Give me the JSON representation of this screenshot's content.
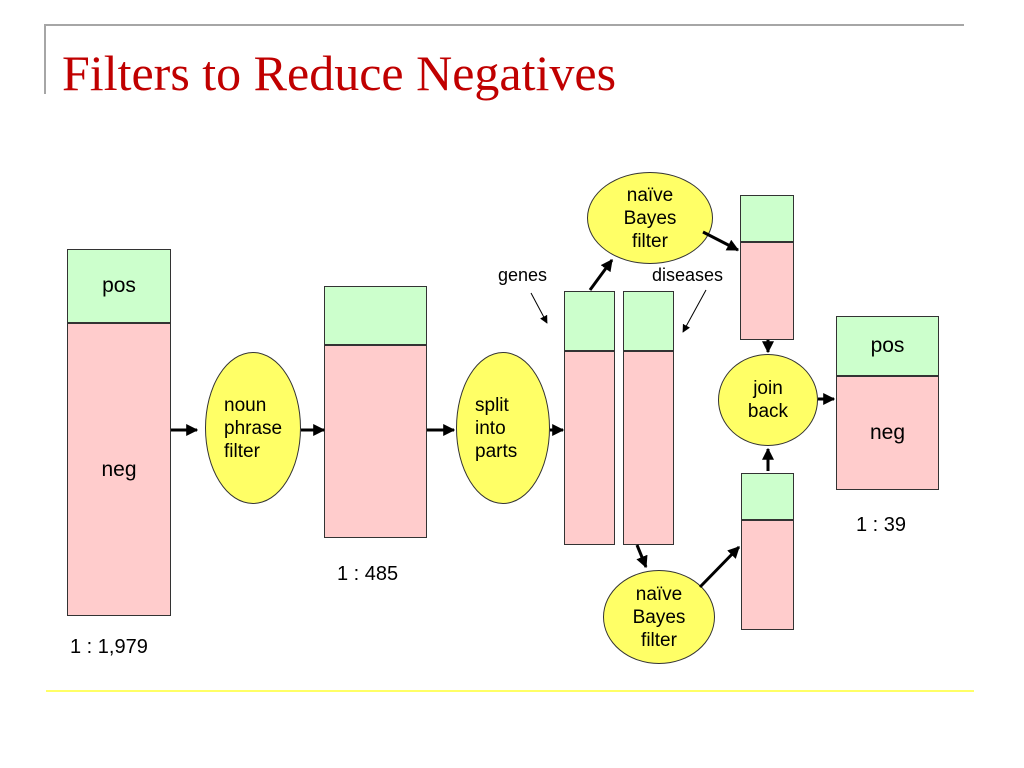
{
  "title": "Filters to Reduce Negatives",
  "stage1": {
    "pos_label": "pos",
    "neg_label": "neg",
    "ratio": "1 : 1,979"
  },
  "filter_noun": [
    "noun",
    "phrase",
    "filter"
  ],
  "stage2": {
    "ratio": "1 : 485"
  },
  "filter_split": [
    "split",
    "into",
    "parts"
  ],
  "labels": {
    "genes": "genes",
    "diseases": "diseases"
  },
  "filter_bayes_top": [
    "naïve",
    "Bayes",
    "filter"
  ],
  "filter_bayes_bottom": [
    "naïve",
    "Bayes",
    "filter"
  ],
  "join": [
    "join",
    "back"
  ],
  "final": {
    "pos_label": "pos",
    "neg_label": "neg",
    "ratio": "1 : 39"
  },
  "colors": {
    "pos": "#ccffcc",
    "neg": "#ffcccc",
    "filter": "#ffff66",
    "title": "#c00000"
  }
}
